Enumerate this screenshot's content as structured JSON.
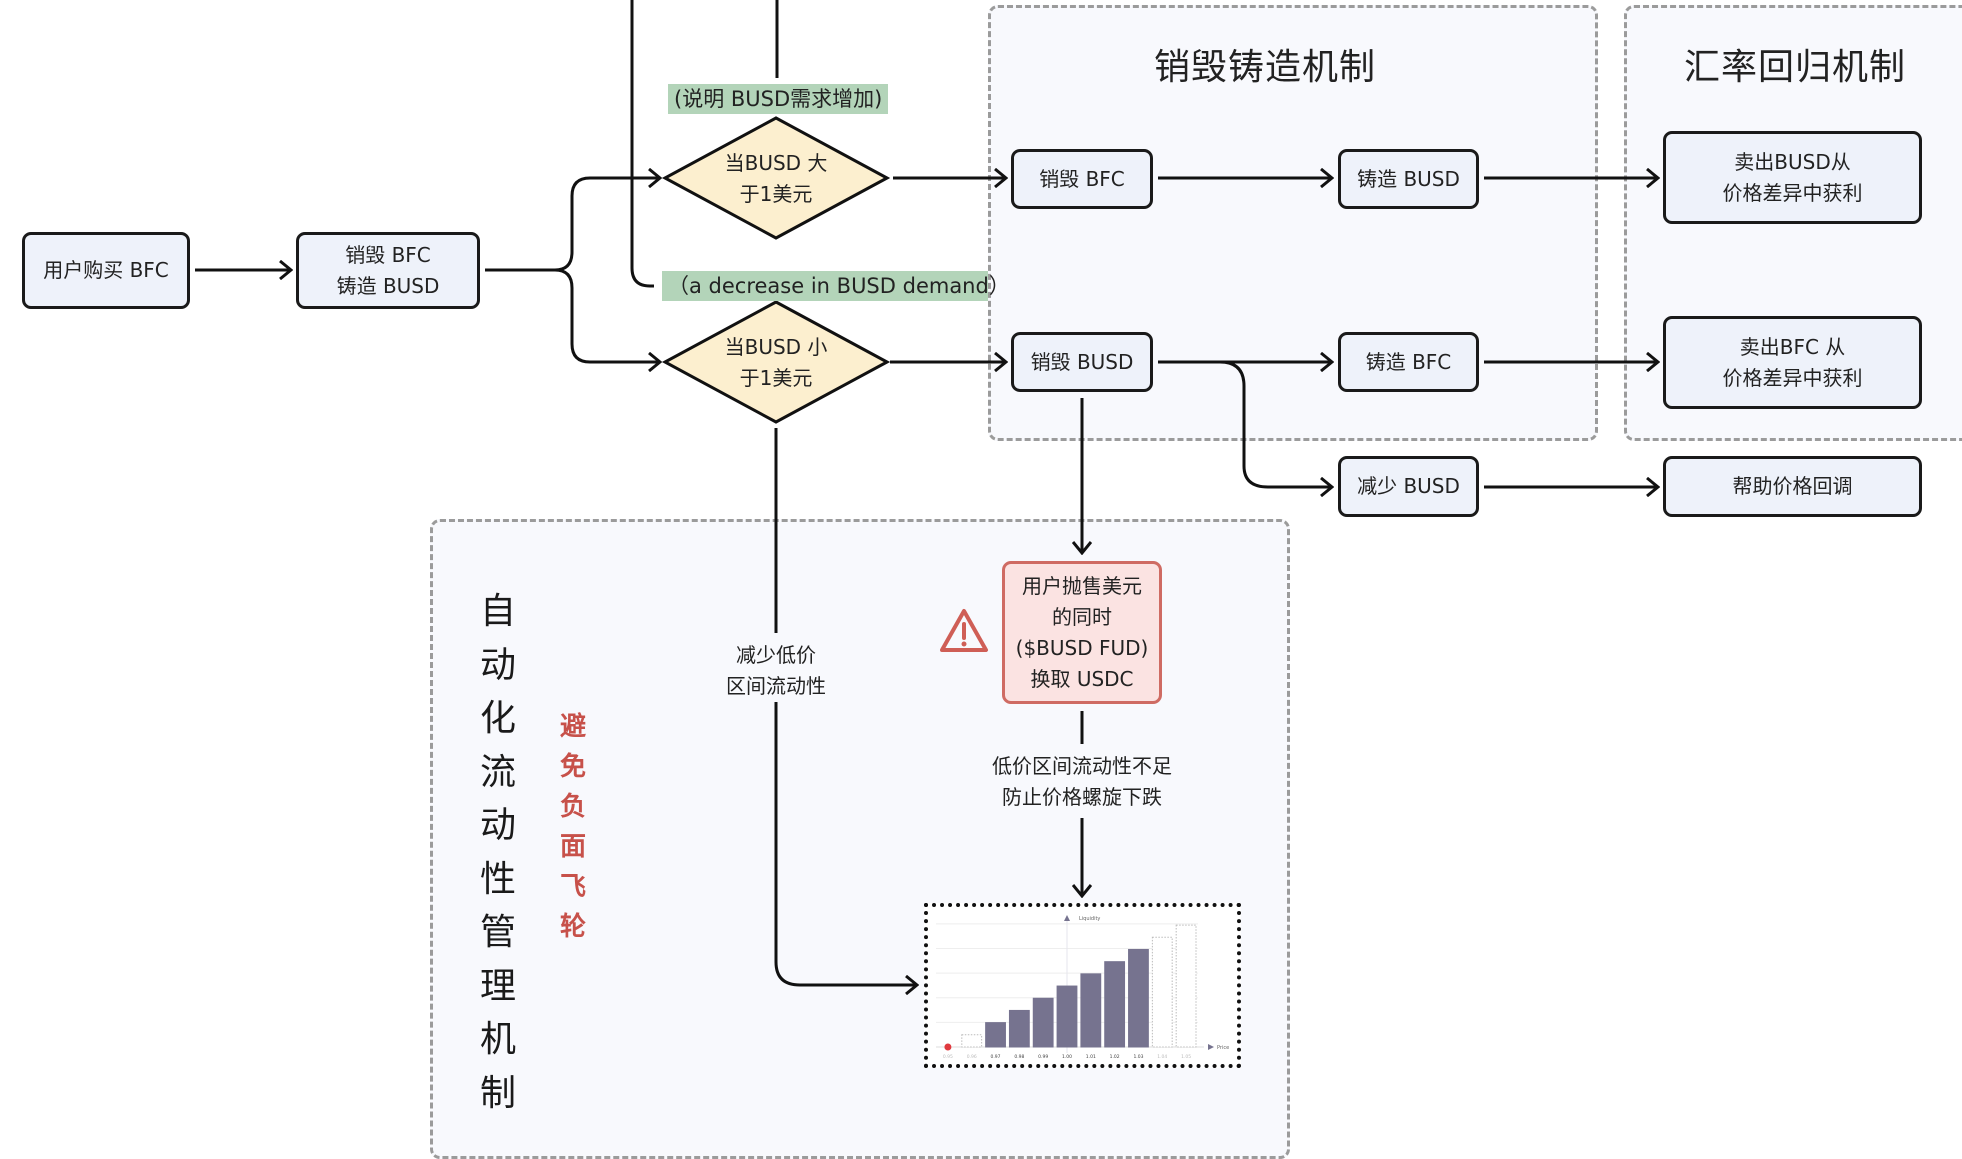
{
  "containers": {
    "burn_mint": {
      "title": "销毁铸造机制"
    },
    "exchange_return": {
      "title": "汇率回归机制"
    },
    "auto_liquidity": {
      "title_chars": [
        "自",
        "动",
        "化",
        "流",
        "动",
        "性",
        "管",
        "理",
        "机",
        "制"
      ],
      "subtitle_chars": [
        "避",
        "免",
        "负",
        "面",
        "飞",
        "轮"
      ]
    }
  },
  "nodes": {
    "user_buy": "用户购买 BFC",
    "burn_bfc_mint_busd": [
      "销毁 BFC",
      "铸造 BUSD"
    ],
    "diamond_above": [
      "当BUSD 大",
      "于1美元"
    ],
    "diamond_below": [
      "当BUSD 小",
      "于1美元"
    ],
    "burn_bfc": "销毁 BFC",
    "mint_busd": "铸造 BUSD",
    "sell_busd": [
      "卖出BUSD从",
      "价格差异中获利"
    ],
    "burn_busd": "销毁 BUSD",
    "mint_bfc": "铸造 BFC",
    "sell_bfc": [
      "卖出BFC 从",
      "价格差异中获利"
    ],
    "reduce_busd": "减少 BUSD",
    "help_price": "帮助价格回调",
    "user_sell": [
      "用户抛售美元",
      "的同时",
      "($BUSD FUD)",
      "换取 USDC"
    ]
  },
  "labels": {
    "demand_increase": "(说明 BUSD需求增加)",
    "demand_decrease": "（a decrease in BUSD demand）",
    "reduce_low_liquidity": [
      "减少低价",
      "区间流动性"
    ],
    "insufficient_liquidity": [
      "低价区间流动性不足",
      "防止价格螺旋下跌"
    ]
  },
  "icons": {
    "warning": "warning-triangle-icon"
  },
  "colors": {
    "node_fill": "#eef2fa",
    "diamond_fill": "#fcefcf",
    "label_green": "#b3d4b9",
    "warn_fill": "#fbe3e2",
    "warn_stroke": "#cf6b63",
    "bar_fill": "#76738f"
  },
  "chart_data": {
    "type": "bar",
    "title": "",
    "xlabel": "Price",
    "ylabel": "Liquidity",
    "categories": [
      "0.95",
      "0.96",
      "0.97",
      "0.98",
      "0.99",
      "1.00",
      "1.01",
      "1.02",
      "1.03",
      "1.04",
      "1.05"
    ],
    "values": [
      0,
      1,
      2,
      3,
      4,
      5,
      6,
      7,
      8,
      9,
      10
    ],
    "active": [
      false,
      false,
      true,
      true,
      true,
      true,
      true,
      true,
      true,
      false,
      false
    ],
    "marker_at": "0.95",
    "ylim": [
      0,
      10.5
    ],
    "grid": true
  }
}
